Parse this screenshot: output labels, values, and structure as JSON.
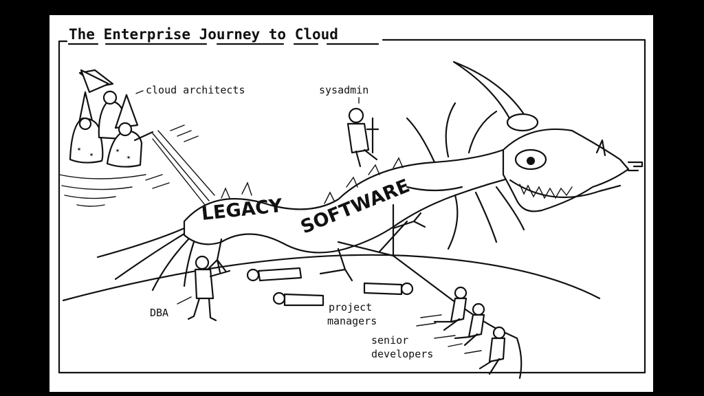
{
  "cartoon": {
    "title": "The Enterprise Journey to Cloud",
    "dragon_label_1": "LEGACY",
    "dragon_label_2": "SOFTWARE",
    "labels": {
      "cloud_architects": "cloud architects",
      "sysadmin": "sysadmin",
      "dba": "DBA",
      "project_managers_line1": "project",
      "project_managers_line2": "managers",
      "senior_developers_line1": "senior",
      "senior_developers_line2": "developers"
    }
  },
  "colors": {
    "background": "#000000",
    "paper": "#ffffff",
    "ink": "#111111"
  }
}
